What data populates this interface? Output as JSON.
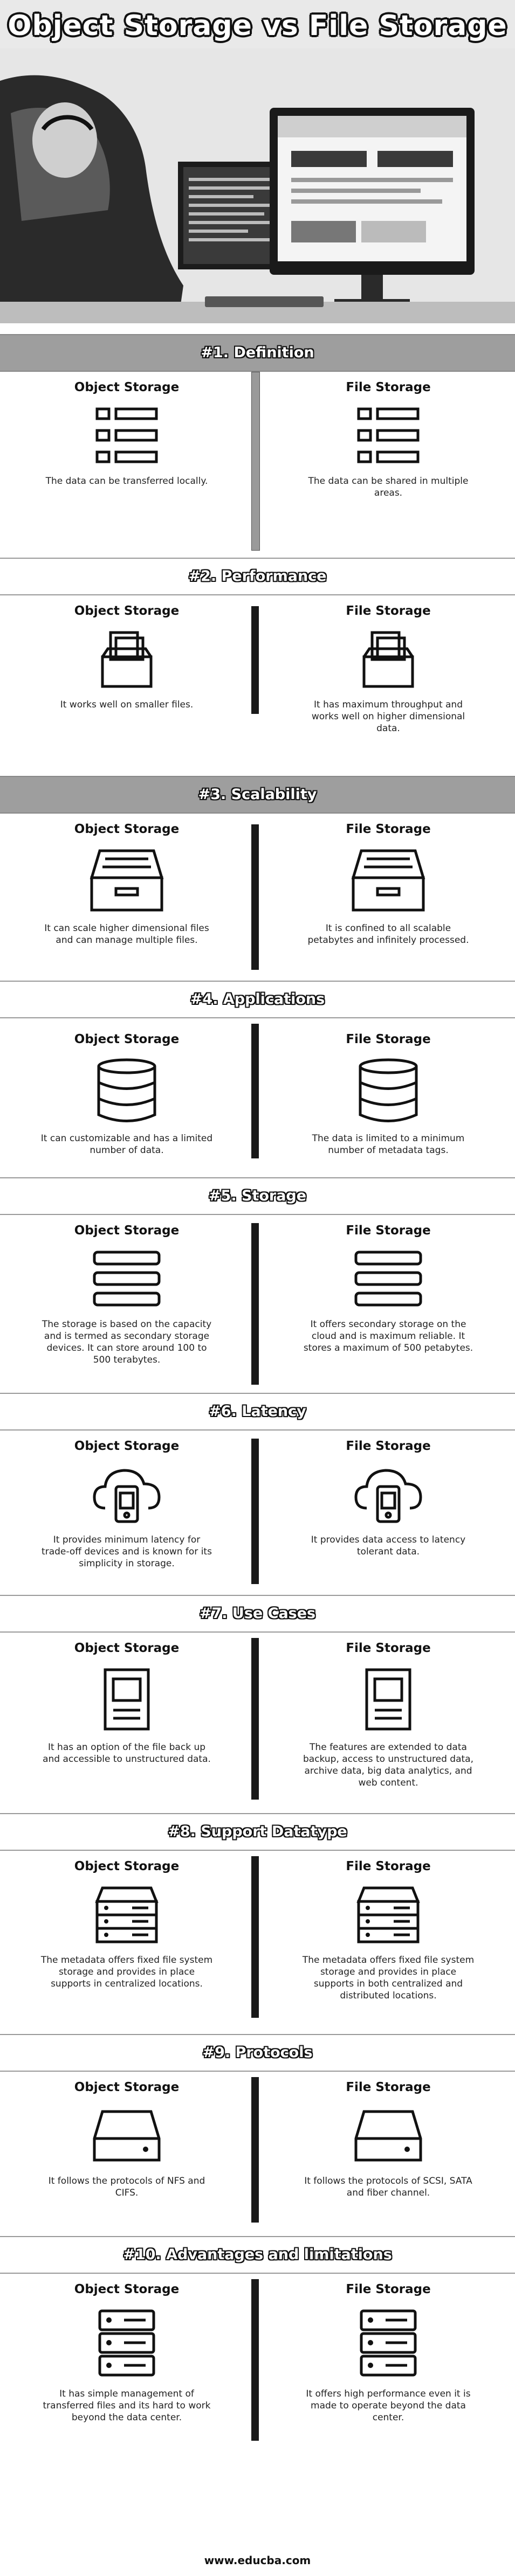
{
  "page": {
    "title": "Object Storage vs File Storage",
    "footer": "www.educba.com"
  },
  "columns": {
    "left": "Object Storage",
    "right": "File Storage"
  },
  "sections": [
    {
      "heading": "#1. Definition",
      "left_text": "The data can be transferred locally.",
      "right_text": "The data can be shared in multiple areas.",
      "icon": "list-icon"
    },
    {
      "heading": "#2. Performance",
      "left_text": "It works well on smaller files.",
      "right_text": "It has maximum throughput and works well on higher dimensional data.",
      "icon": "file-box-icon"
    },
    {
      "heading": "#3. Scalability",
      "left_text": "It can scale higher dimensional files and can manage multiple files.",
      "right_text": "It is confined to all scalable petabytes and infinitely processed.",
      "icon": "tray-icon"
    },
    {
      "heading": "#4. Applications",
      "left_text": "It can customizable and has a limited number of data.",
      "right_text": "The data is limited to a minimum number of metadata tags.",
      "icon": "database-icon"
    },
    {
      "heading": "#5. Storage",
      "left_text": "The storage is based on the capacity and is termed as secondary storage devices. It can store around 100 to 500 terabytes.",
      "right_text": "It offers secondary storage on the cloud and is maximum reliable. It stores a maximum of 500 petabytes.",
      "icon": "stack-icon"
    },
    {
      "heading": "#6. Latency",
      "left_text": "It provides minimum latency for trade-off devices and is known for its simplicity in storage.",
      "right_text": "It provides data access to latency tolerant data.",
      "icon": "cloud-phone-icon"
    },
    {
      "heading": "#7. Use Cases",
      "left_text": "It has an option of the file back up and accessible to unstructured data.",
      "right_text": "The features are extended to data backup, access to unstructured data, archive data, big data analytics, and web content.",
      "icon": "document-icon"
    },
    {
      "heading": "#8. Support Datatype",
      "left_text": "The metadata offers fixed file system storage and provides in place supports in centralized locations.",
      "right_text": "The metadata offers fixed file system storage and provides in place supports in both centralized and distributed locations.",
      "icon": "server-icon"
    },
    {
      "heading": "#9. Protocols",
      "left_text": "It follows the protocols of NFS and CIFS.",
      "right_text": "It follows the protocols of SCSI, SATA and fiber channel.",
      "icon": "hard-drive-icon"
    },
    {
      "heading": "#10. Advantages and limitations",
      "left_text": "It has simple management of transferred files and its hard to work beyond the data center.",
      "right_text": "It offers high performance even it is made to operate beyond the data center.",
      "icon": "server-rack-icon"
    }
  ]
}
